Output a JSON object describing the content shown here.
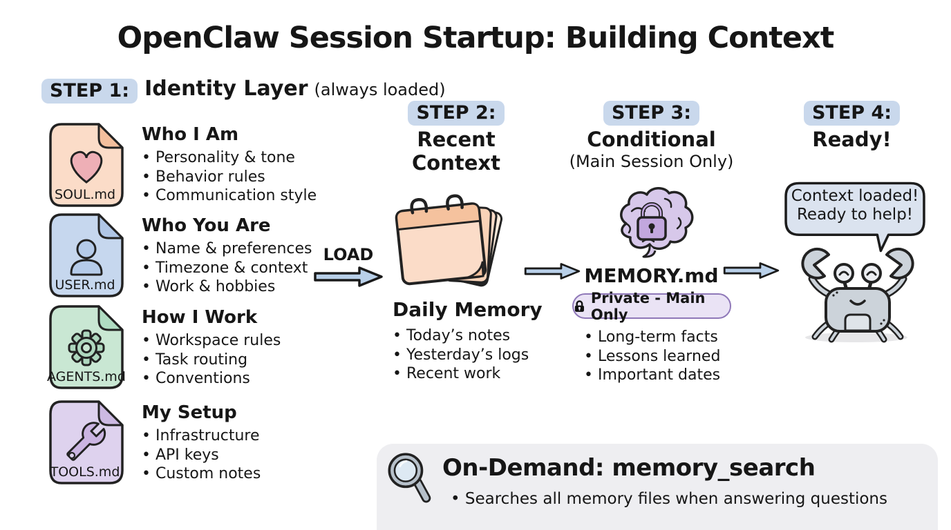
{
  "colors": {
    "badge_bg": "#c9d8ec",
    "arrow_fill": "#b9d0e9",
    "pill_bg": "#eae3f5",
    "pill_border": "#8f78b8",
    "panel_bg": "#eeeef1",
    "bubble_bg": "#dbe3ef",
    "brain_fill": "#d7c8ea",
    "brain_lock_fill": "#c2a7de",
    "calendar_page": "#fbdcc8",
    "calendar_band": "#f5c29e",
    "crab_body": "#ccd3da",
    "ink": "#161616"
  },
  "title": "OpenClaw Session Startup: Building Context",
  "step1": {
    "badge": "STEP 1:",
    "title": "Identity Layer",
    "note": "(always loaded)",
    "files": [
      {
        "name": "SOUL.md",
        "icon": "heart-icon",
        "heading": "Who I Am",
        "bullets": [
          "Personality & tone",
          "Behavior rules",
          "Communication style"
        ],
        "body_color": "#fbdcc8",
        "fold_color": "#f3bf9d",
        "icon_color": "#eeafb6"
      },
      {
        "name": "USER.md",
        "icon": "user-icon",
        "heading": "Who You Are",
        "bullets": [
          "Name & preferences",
          "Timezone & context",
          "Work & hobbies"
        ],
        "body_color": "#c6d7ee",
        "fold_color": "#b0c6e6",
        "icon_color": "#b5cbe9"
      },
      {
        "name": "AGENTS.md",
        "icon": "gear-icon",
        "heading": "How I Work",
        "bullets": [
          "Workspace rules",
          "Task routing",
          "Conventions"
        ],
        "body_color": "#c9e7d3",
        "fold_color": "#b0dcc2",
        "icon_color": "#aed7be"
      },
      {
        "name": "TOOLS.md",
        "icon": "wrench-icon",
        "heading": "My Setup",
        "bullets": [
          "Infrastructure",
          "API keys",
          "Custom notes"
        ],
        "body_color": "#ded2ee",
        "fold_color": "#ccb9e2",
        "icon_color": "#cbb5e2"
      }
    ]
  },
  "load_arrow_label": "LOAD",
  "step2": {
    "badge": "STEP 2:",
    "title": "Recent Context",
    "heading": "Daily Memory",
    "bullets": [
      "Today’s notes",
      "Yesterday’s logs",
      "Recent work"
    ]
  },
  "step3": {
    "badge": "STEP 3:",
    "title": "Conditional",
    "subtitle": "(Main Session Only)",
    "file_name": "MEMORY.md",
    "privacy_badge": "Private - Main Only",
    "bullets": [
      "Long-term facts",
      "Lessons learned",
      "Important dates"
    ]
  },
  "step4": {
    "badge": "STEP 4:",
    "title": "Ready!",
    "speech_line1": "Context loaded!",
    "speech_line2": "Ready to help!"
  },
  "on_demand": {
    "heading": "On-Demand: memory_search",
    "bullet": "Searches all memory files when answering questions"
  }
}
